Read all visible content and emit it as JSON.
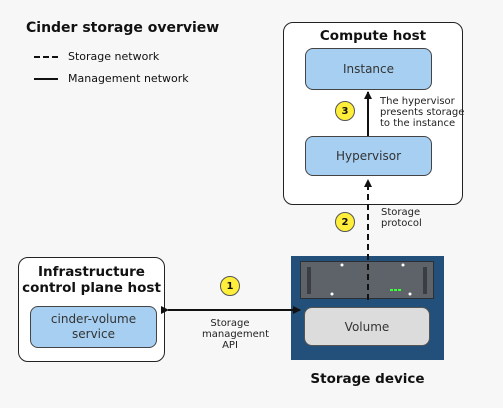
{
  "title": "Cinder storage overview",
  "legend": {
    "storage": "Storage network",
    "management": "Management network"
  },
  "compute_host": {
    "title": "Compute host",
    "instance": "Instance",
    "hypervisor": "Hypervisor",
    "step3_number": "3",
    "step3_note": [
      "The hypervisor",
      "presents storage",
      "to the instance"
    ]
  },
  "storage_link": {
    "step2_number": "2",
    "note": [
      "Storage",
      "protocol"
    ]
  },
  "infra_host": {
    "title": [
      "Infrastructure",
      "control plane host"
    ],
    "service": [
      "cinder-volume",
      "service"
    ]
  },
  "mgmt_link": {
    "step1_number": "1",
    "note": [
      "Storage",
      "management",
      "API"
    ]
  },
  "storage_device": {
    "volume": "Volume",
    "label": "Storage device"
  },
  "colors": {
    "blue_box": "#a6cff2",
    "badge": "#ffef3a",
    "storage_chassis": "#23507a"
  }
}
